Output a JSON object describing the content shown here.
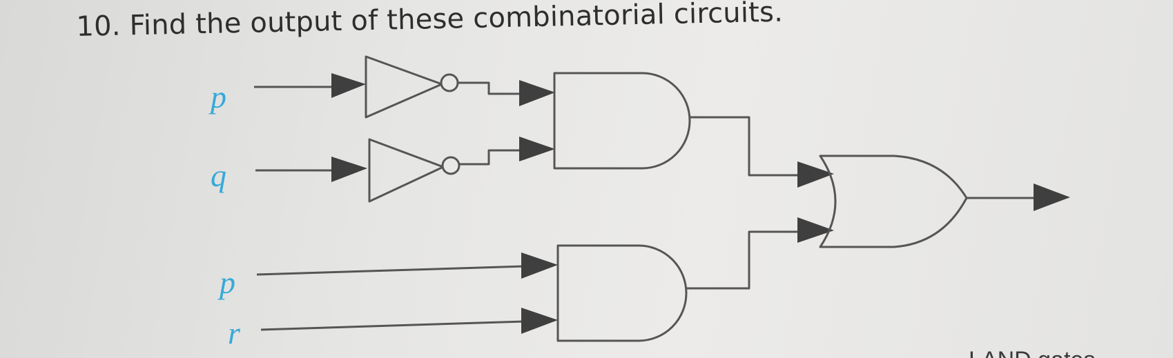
{
  "question": {
    "title": "10. Find the output of these combinatorial circuits."
  },
  "diagram": {
    "inputs": [
      {
        "label": "p"
      },
      {
        "label": "q"
      },
      {
        "label": "p"
      },
      {
        "label": "r"
      }
    ],
    "gates": [
      {
        "type": "NOT",
        "input": "p"
      },
      {
        "type": "NOT",
        "input": "q"
      },
      {
        "type": "AND",
        "inputs": [
          "NOT p",
          "NOT q"
        ]
      },
      {
        "type": "AND",
        "inputs": [
          "p",
          "r"
        ]
      },
      {
        "type": "OR",
        "inputs": [
          "AND 1",
          "AND 2"
        ]
      }
    ]
  },
  "footer": {
    "partial_text": "LAND gates"
  },
  "colors": {
    "input_label": "#36a9d9",
    "line": "#555555",
    "arrow": "#3f3f3f",
    "text": "#2e2e2e"
  }
}
